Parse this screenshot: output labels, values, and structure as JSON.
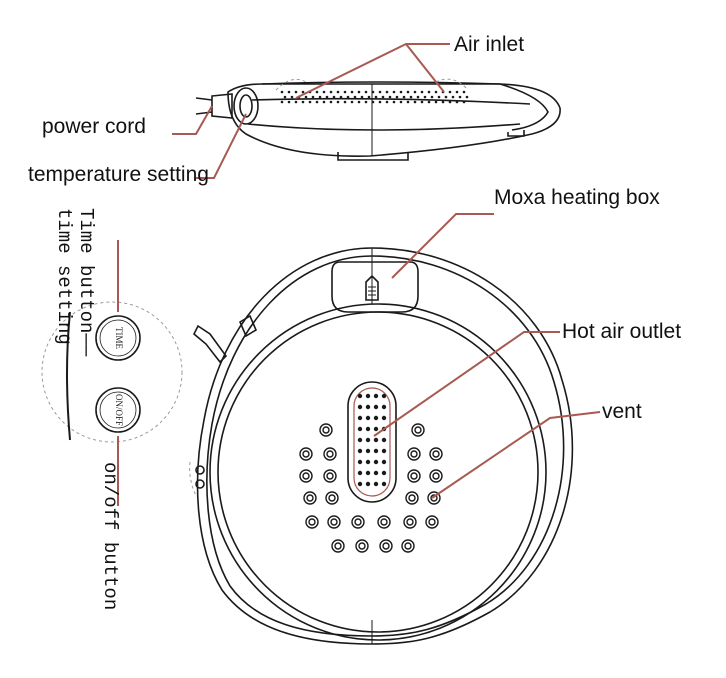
{
  "labels": {
    "air_inlet": "Air inlet",
    "power_cord": "power cord",
    "temperature_setting": "temperature setting",
    "moxa_heating_box": "Moxa heating box",
    "hot_air_outlet": "Hot air outlet",
    "vent": "vent",
    "time_button_line1": "Time button——",
    "time_button_line2": "time setting",
    "onoff_button": "on/off button"
  },
  "buttons": {
    "time": "TIME",
    "onoff": "ON/OFF"
  },
  "colors": {
    "outline": "#1a1a1a",
    "leader": "#a85a52",
    "dashed": "#9a9a9a"
  }
}
